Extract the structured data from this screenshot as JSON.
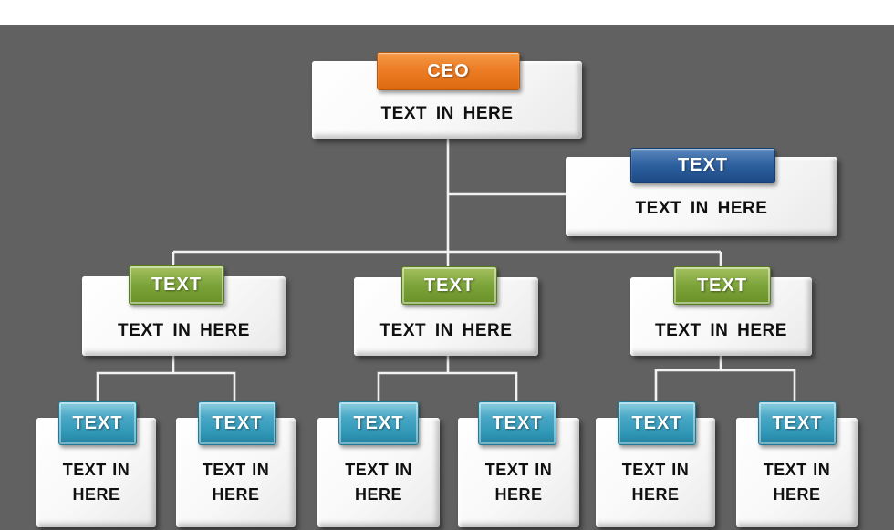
{
  "colors": {
    "background": "#616161",
    "top_strip": "#ffffff",
    "box_face": "#fafafa",
    "connector": "#f2f2f2",
    "ceo_header": "#ed7d26",
    "assistant_header": "#2d5f9e",
    "manager_header": "#7ca33a",
    "staff_header": "#3399bb"
  },
  "nodes": {
    "ceo": {
      "header": "CEO",
      "body": "TEXT IN HERE"
    },
    "assistant": {
      "header": "TEXT",
      "body": "TEXT IN HERE"
    },
    "managers": [
      {
        "header": "TEXT",
        "body": "TEXT IN HERE"
      },
      {
        "header": "TEXT",
        "body": "TEXT IN HERE"
      },
      {
        "header": "TEXT",
        "body": "TEXT IN HERE"
      }
    ],
    "staff": [
      {
        "header": "TEXT",
        "body": "TEXT IN HERE"
      },
      {
        "header": "TEXT",
        "body": "TEXT IN HERE"
      },
      {
        "header": "TEXT",
        "body": "TEXT IN HERE"
      },
      {
        "header": "TEXT",
        "body": "TEXT IN HERE"
      },
      {
        "header": "TEXT",
        "body": "TEXT IN HERE"
      },
      {
        "header": "TEXT",
        "body": "TEXT IN HERE"
      }
    ]
  }
}
